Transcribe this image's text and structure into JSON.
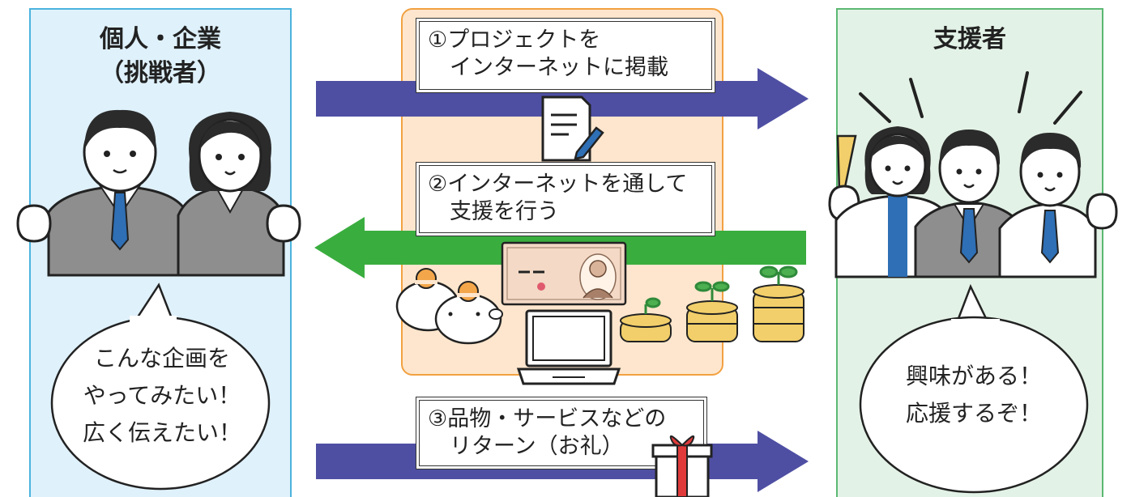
{
  "left": {
    "title_line1": "個人・企業",
    "title_line2": "（挑戦者）",
    "speech": "こんな企画を\nやってみたい！\n広く伝えたい！"
  },
  "right": {
    "title": "支援者",
    "speech": "興味がある！\n応援するぞ！"
  },
  "steps": [
    {
      "text": "①プロジェクトを\n　インターネットに掲載",
      "direction": "right",
      "arrow_color": "#4e4fa3"
    },
    {
      "text": "②インターネットを通して\n　支援を行う",
      "direction": "left",
      "arrow_color": "#3aad3f"
    },
    {
      "text": "③品物・サービスなどの\n　リターン（お礼）",
      "direction": "right",
      "arrow_color": "#4e4fa3"
    }
  ],
  "colors": {
    "left_panel": "#dff1fb",
    "right_panel": "#e3f2e6",
    "center_panel": "#fde6cd",
    "suit_gray": "#8e8e8e",
    "tie_blue": "#2e6fb5",
    "coin_gold": "#f2cf6a"
  },
  "icons": [
    "document-pen-icon",
    "banknote-icon",
    "piggy-bank-icon",
    "laptop-icon",
    "coin-stack-sprout-icon",
    "gift-box-icon",
    "megaphone-icon"
  ]
}
